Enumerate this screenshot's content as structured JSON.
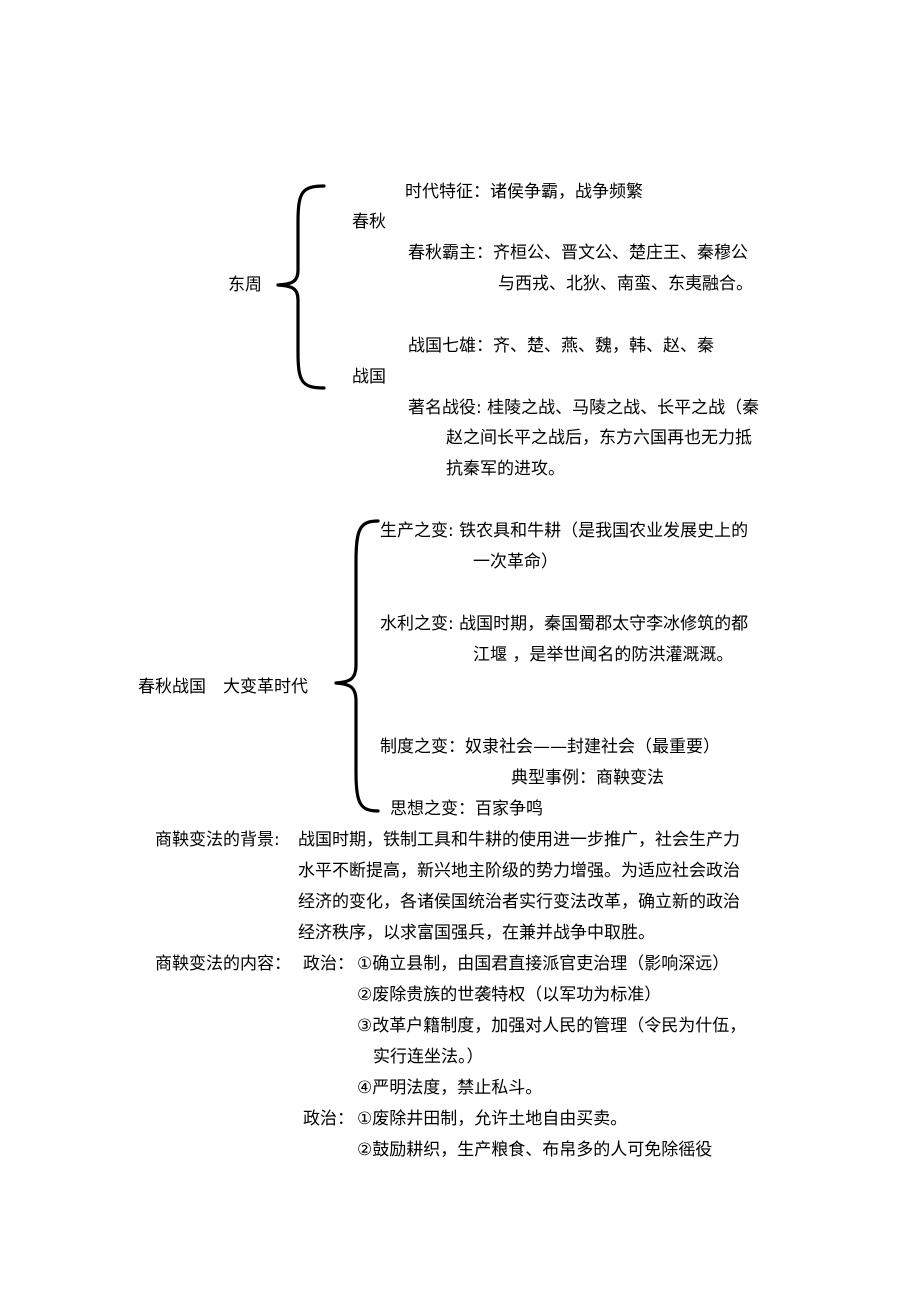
{
  "dongzhou": {
    "root": "东周",
    "chunqiu_label": "春秋",
    "chunqiu_feature": "时代特征：诸侯争霸，战争频繁",
    "chunqiu_hegemons": "春秋霸主：齐桓公、晋文公、楚庄王、秦穆公",
    "chunqiu_hegemons_cont": "与西戎、北狄、南蛮、东夷融合。",
    "zhanguo_label": "战国",
    "zhanguo_seven": "战国七雄：齐、楚、燕、魏，韩、赵、秦",
    "zhanguo_battles_1": "著名战役: 桂陵之战、马陵之战、长平之战（秦",
    "zhanguo_battles_2": "赵之间长平之战后，东方六国再也无力抵",
    "zhanguo_battles_3": "抗秦军的进攻。"
  },
  "reform_era": {
    "root": "春秋战国　大变革时代",
    "production_1": "生产之变: 铁农具和牛耕（是我国农业发展史上的",
    "production_2": "一次革命）",
    "water_1": "水利之变: 战国时期，秦国蜀郡太守李冰修筑的都",
    "water_2": "江堰 ，是举世闻名的防洪灌溉溉。",
    "system_1": "制度之变：奴隶社会——封建社会（最重要）",
    "system_2": "典型事例：商鞅变法",
    "thought": "思想之变：百家争鸣"
  },
  "shangyang": {
    "background_label": "商鞅变法的背景:",
    "background_1": "战国时期，铁制工具和牛耕的使用进一步推广，社会生产力",
    "background_2": "水平不断提高，新兴地主阶级的势力增强。为适应社会政治",
    "background_3": "经济的变化，各诸侯国统治者实行变法改革，确立新的政治",
    "background_4": "经济秩序，以求富国强兵，在兼并战争中取胜。",
    "content_label": "商鞅变法的内容：",
    "politics_label": "政治：",
    "politics_1": "①确立县制，由国君直接派官吏治理（影响深远）",
    "politics_2": "②废除贵族的世袭特权（以军功为标准）",
    "politics_3": "③改革户籍制度，加强对人民的管理（令民为什伍，",
    "politics_3_cont": "实行连坐法。）",
    "politics_4": "④严明法度，禁止私斗。",
    "economy_label": "政治：",
    "economy_1": "①废除井田制，允许土地自由买卖。",
    "economy_2": "②鼓励耕织，生产粮食、布帛多的人可免除徭役"
  }
}
